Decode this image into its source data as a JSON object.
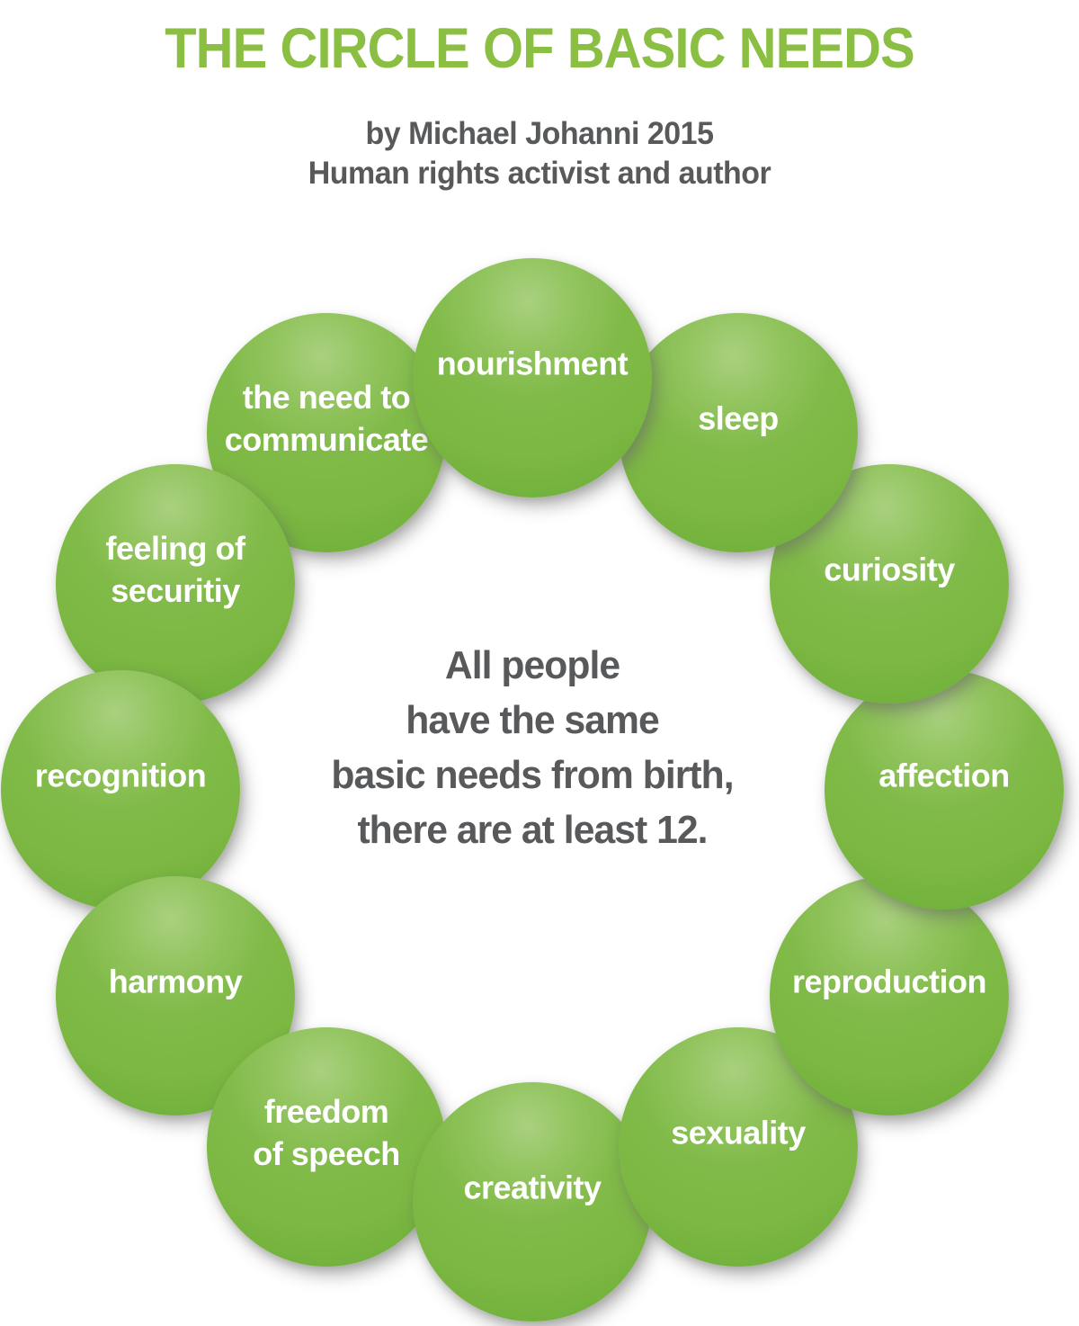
{
  "header": {
    "title": "THE CIRCLE OF BASIC NEEDS",
    "subtitle_line1": "by Michael Johanni 2015",
    "subtitle_line2": "Human rights activist and author"
  },
  "center_message": {
    "lines": [
      "All people",
      "have the same",
      "basic needs from birth,",
      "there are at least 12."
    ]
  },
  "ring": {
    "needs": [
      {
        "label": "nourishment",
        "lines": [
          "nourishment"
        ]
      },
      {
        "label": "sleep",
        "lines": [
          "sleep"
        ]
      },
      {
        "label": "curiosity",
        "lines": [
          "curiosity"
        ]
      },
      {
        "label": "affection",
        "lines": [
          "affection"
        ]
      },
      {
        "label": "reproduction",
        "lines": [
          "reproduction"
        ]
      },
      {
        "label": "sexuality",
        "lines": [
          "sexuality"
        ]
      },
      {
        "label": "creativity",
        "lines": [
          "creativity"
        ]
      },
      {
        "label": "freedom of speech",
        "lines": [
          "freedom",
          "of speech"
        ]
      },
      {
        "label": "harmony",
        "lines": [
          "harmony"
        ]
      },
      {
        "label": "recognition",
        "lines": [
          "recognition"
        ]
      },
      {
        "label": "feeling of securitiy",
        "lines": [
          "feeling of",
          "securitiy"
        ]
      },
      {
        "label": "the need to communicate",
        "lines": [
          "the need to",
          "communicate"
        ]
      }
    ]
  },
  "colors": {
    "title_green": "#8bbf43",
    "circle_green": "#7db843",
    "circle_green_light": "#a9d07f",
    "circle_green_dark": "#5a9f2b",
    "text_gray": "#58595b",
    "label_white": "#ffffff",
    "page_bg": "#ffffff"
  }
}
